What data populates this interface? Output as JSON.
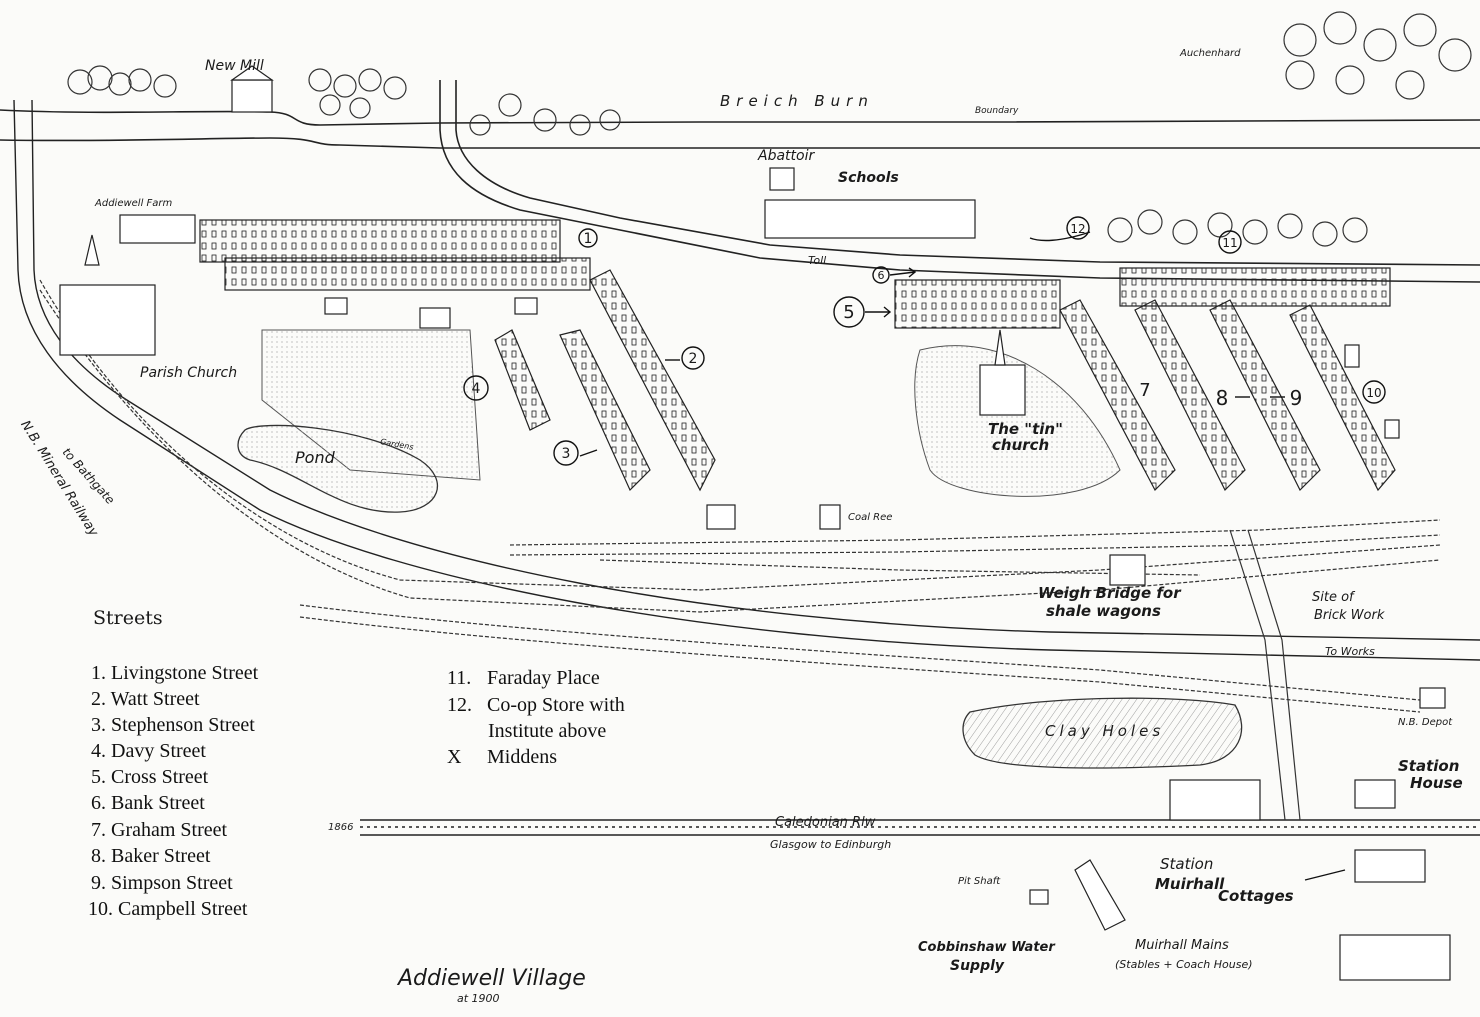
{
  "map": {
    "title": "Addiewell Village",
    "subtitle": "at 1900",
    "features": {
      "new_mill": "New Mill",
      "auchenhard": "Auchenhard",
      "burn": "Breich Burn",
      "boundary": "Boundary",
      "abattoir": "Abattoir",
      "schools": "Schools",
      "farm": "Addiewell Farm",
      "parish_church": "Parish Church",
      "pond": "Pond",
      "gardens": "Gardens",
      "tin_church_1": "The \"tin\"",
      "tin_church_2": "church",
      "weigh_bridge_1": "Weigh Bridge for",
      "weigh_bridge_2": "shale wagons",
      "brick_1": "Site of",
      "brick_2": "Brick Work",
      "to_works": "To Works",
      "nb_depot": "N.B. Depot",
      "clay_holes": "Clay Holes",
      "station_house_1": "Station",
      "station_house_2": "House",
      "caledonian": "Caledonian Rlw",
      "glasgow_edinburgh": "Glasgow to Edinburgh",
      "year_1866": "1866",
      "station": "Station",
      "muirhall_cottages_1": "Muirhall",
      "muirhall_cottages_2": "Cottages",
      "pit_shaft": "Pit Shaft",
      "cobbinshaw_1": "Cobbinshaw Water",
      "cobbinshaw_2": "Supply",
      "muirhall_mains": "Muirhall Mains",
      "stables": "(Stables + Coach House)",
      "railway_1": "N.B. Mineral Railway",
      "railway_2": "to Bathgate",
      "coal_ree": "Coal Ree",
      "toll": "Toll"
    },
    "markers": [
      "1",
      "2",
      "3",
      "4",
      "5",
      "6",
      "7",
      "8",
      "9",
      "10",
      "11",
      "12"
    ]
  },
  "legend": {
    "title": "Streets",
    "streets": [
      "1.  Livingstone Street",
      "2.  Watt Street",
      "3.  Stephenson Street",
      "4.  Davy Street",
      "5.  Cross Street",
      "6.  Bank Street",
      "7.  Graham Street",
      "8.  Baker Street",
      "9.  Simpson Street",
      "10. Campbell Street"
    ],
    "others": [
      {
        "key": "11.",
        "text": "Faraday Place"
      },
      {
        "key": "12.",
        "text": "Co-op Store with"
      },
      {
        "key": "",
        "text": "Institute  above"
      },
      {
        "key": "X",
        "text": "Middens"
      }
    ]
  }
}
